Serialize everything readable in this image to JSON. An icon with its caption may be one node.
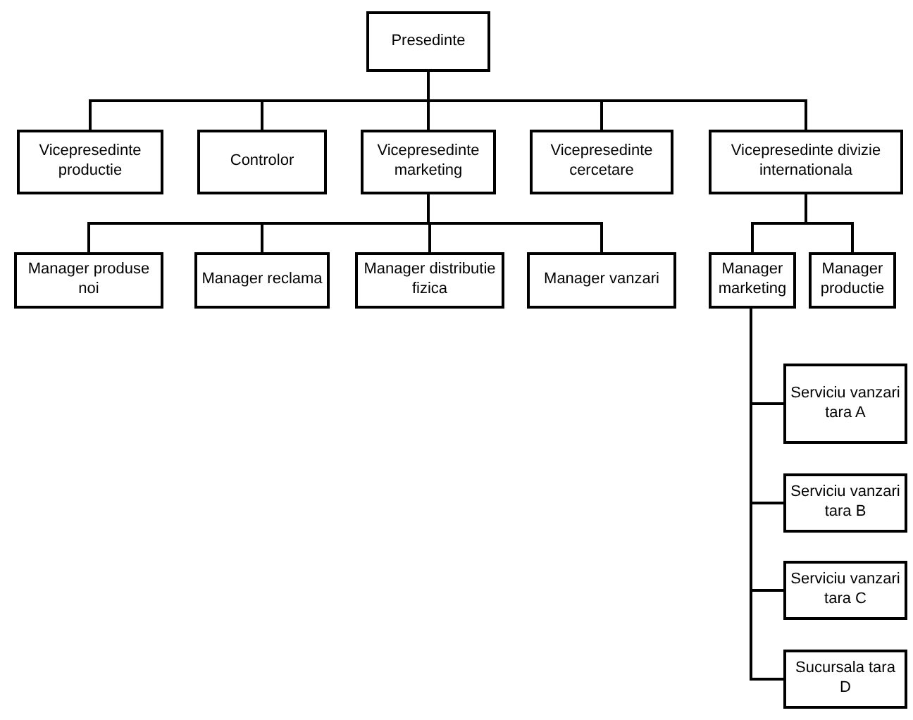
{
  "diagram": {
    "nodes": [
      {
        "text": [
          "Presedinte"
        ]
      },
      {
        "text": [
          "Vicepresedinte productie"
        ]
      },
      {
        "text": [
          "Controlor"
        ]
      },
      {
        "text": [
          "Vicepresedinte marketing"
        ]
      },
      {
        "text": [
          "Vicepresedinte cercetare"
        ]
      },
      {
        "text": [
          "Vicepresedinte divizie internationala"
        ]
      },
      {
        "text": [
          "Manager produse noi"
        ]
      },
      {
        "text": [
          "Manager reclama"
        ]
      },
      {
        "text": [
          "Manager distributie fizica"
        ]
      },
      {
        "text": [
          "Manager vanzari"
        ]
      },
      {
        "text": [
          "Manager marketing"
        ]
      },
      {
        "text": [
          "Manager productie"
        ]
      },
      {
        "text": [
          "Serviciu vanzari tara A"
        ]
      },
      {
        "text": [
          "Serviciu vanzari tara B"
        ]
      },
      {
        "text": [
          "Serviciu vanzari tara C"
        ]
      },
      {
        "text": [
          "Sucursala tara D"
        ]
      }
    ],
    "edges": [
      {
        "from": 0,
        "to": 1,
        "arrow": "none"
      },
      {
        "from": 0,
        "to": 2,
        "arrow": "none"
      },
      {
        "from": 0,
        "to": 3,
        "arrow": "none"
      },
      {
        "from": 0,
        "to": 4,
        "arrow": "none"
      },
      {
        "from": 0,
        "to": 5,
        "arrow": "none"
      },
      {
        "from": 3,
        "to": 6,
        "arrow": "none"
      },
      {
        "from": 3,
        "to": 7,
        "arrow": "none"
      },
      {
        "from": 3,
        "to": 8,
        "arrow": "none"
      },
      {
        "from": 3,
        "to": 9,
        "arrow": "none"
      },
      {
        "from": 5,
        "to": 10,
        "arrow": "none"
      },
      {
        "from": 5,
        "to": 11,
        "arrow": "none"
      },
      {
        "from": 10,
        "to": 12,
        "arrow": "none"
      },
      {
        "from": 10,
        "to": 13,
        "arrow": "none"
      },
      {
        "from": 10,
        "to": 14,
        "arrow": "none"
      },
      {
        "from": 10,
        "to": 15,
        "arrow": "none"
      }
    ]
  }
}
